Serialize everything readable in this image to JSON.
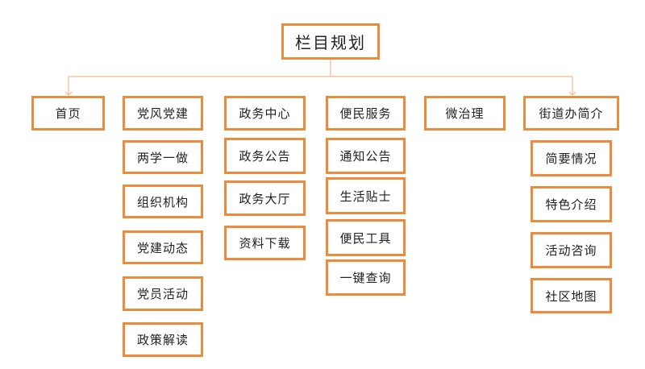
{
  "root": {
    "label": "栏目规划"
  },
  "columns": [
    {
      "id": "home",
      "label": "首页",
      "children": []
    },
    {
      "id": "party",
      "label": "党风党建",
      "children": [
        "两学一做",
        "组织机构",
        "党建动态",
        "党员活动",
        "政策解读"
      ]
    },
    {
      "id": "gov",
      "label": "政务中心",
      "children": [
        "政务公告",
        "政务大厅",
        "资料下载"
      ]
    },
    {
      "id": "service",
      "label": "便民服务",
      "children": [
        "通知公告",
        "生活贴士",
        "便民工具",
        "一键查询"
      ]
    },
    {
      "id": "micro",
      "label": "微治理",
      "children": []
    },
    {
      "id": "street",
      "label": "街道办简介",
      "children": [
        "简要情况",
        "特色介绍",
        "活动咨询",
        "社区地图"
      ]
    }
  ],
  "colors": {
    "border": "#ed8b3c",
    "connector": "#f3b98a"
  }
}
